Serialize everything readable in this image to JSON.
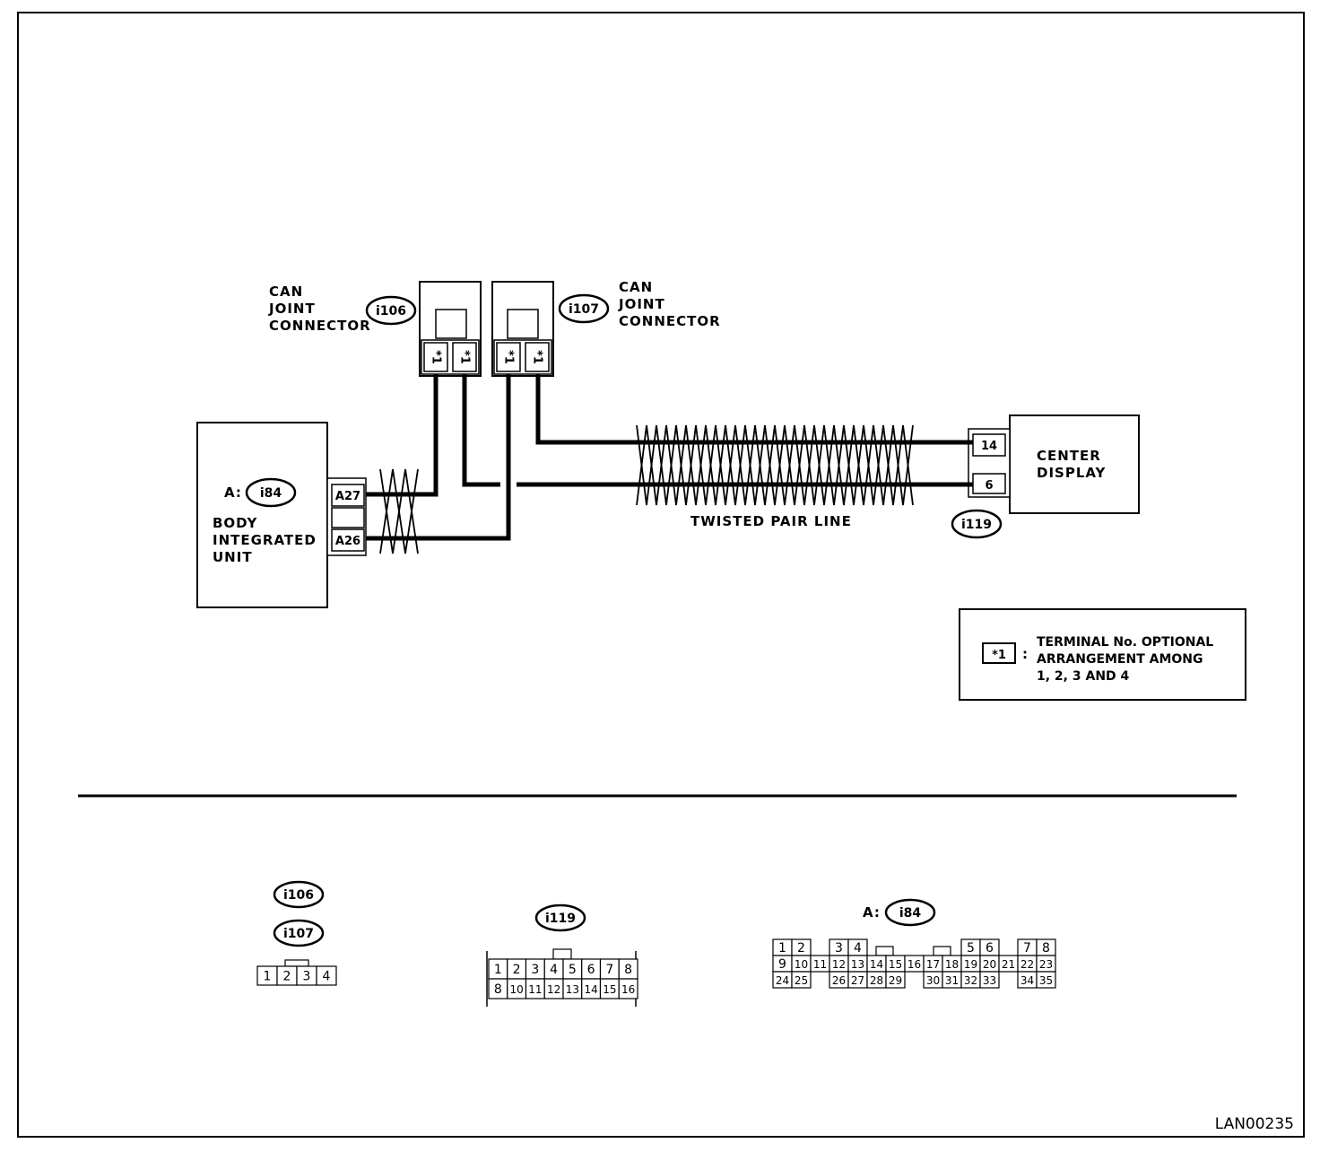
{
  "can_connector_left": {
    "label_lines": [
      "CAN",
      "JOINT",
      "CONNECTOR"
    ],
    "id": "i106",
    "pins": [
      "*1",
      "*1"
    ]
  },
  "can_connector_right": {
    "label_lines": [
      "CAN",
      "JOINT",
      "CONNECTOR"
    ],
    "id": "i107",
    "pins": [
      "*1",
      "*1"
    ]
  },
  "body_unit": {
    "prefix": "A:",
    "id": "i84",
    "label_lines": [
      "BODY",
      "INTEGRATED",
      "UNIT"
    ],
    "terminals": [
      "A27",
      "A26"
    ]
  },
  "center_display": {
    "label_lines": [
      "CENTER",
      "DISPLAY"
    ],
    "id": "i119",
    "terminals": [
      "14",
      "6"
    ]
  },
  "twisted_pair_label": "TWISTED PAIR LINE",
  "legend": {
    "symbol": "*1",
    "colon": ":",
    "lines": [
      "TERMINAL No. OPTIONAL",
      "ARRANGEMENT AMONG",
      "1, 2, 3 AND 4"
    ]
  },
  "connector_views": {
    "joint": {
      "ids": [
        "i106",
        "i107"
      ],
      "pins": [
        "1",
        "2",
        "3",
        "4"
      ]
    },
    "i119": {
      "id": "i119",
      "rows": [
        [
          "1",
          "2",
          "3",
          "4",
          "5",
          "6",
          "7",
          "8"
        ],
        [
          "8",
          "10",
          "11",
          "12",
          "13",
          "14",
          "15",
          "16"
        ]
      ]
    },
    "i84": {
      "prefix": "A:",
      "id": "i84",
      "rows": [
        [
          "1",
          "2",
          "",
          "3",
          "4",
          "",
          "",
          "",
          "",
          "",
          "5",
          "6",
          "",
          "7",
          "8"
        ],
        [
          "9",
          "10",
          "11",
          "12",
          "13",
          "14",
          "15",
          "16",
          "17",
          "18",
          "19",
          "20",
          "21",
          "22",
          "23"
        ],
        [
          "24",
          "25",
          "",
          "26",
          "27",
          "28",
          "29",
          "",
          "30",
          "31",
          "32",
          "33",
          "",
          "34",
          "35"
        ]
      ]
    }
  },
  "figure_code": "LAN00235"
}
